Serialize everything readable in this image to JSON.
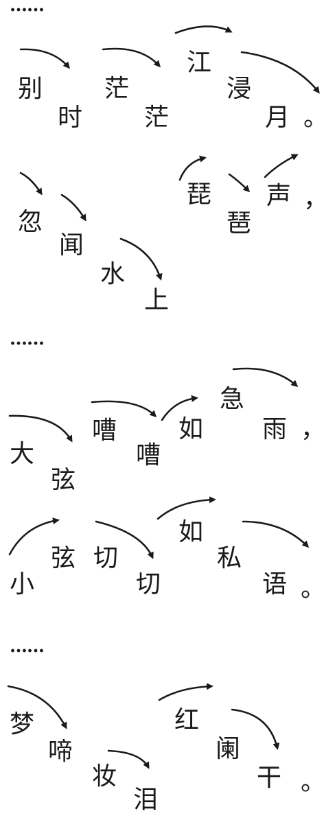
{
  "ellipsis_text": "……",
  "stanzas": [
    {
      "lines": [
        {
          "chars": [
            "别",
            "时",
            "茫",
            "茫",
            "江",
            "浸",
            "月",
            "。"
          ]
        },
        {
          "chars": [
            "忽",
            "闻",
            "水",
            "上",
            "琵",
            "琶",
            "声",
            "，"
          ]
        }
      ]
    },
    {
      "lines": [
        {
          "chars": [
            "大",
            "弦",
            "嘈",
            "嘈",
            "如",
            "急",
            "雨",
            "，"
          ]
        },
        {
          "chars": [
            "小",
            "弦",
            "切",
            "切",
            "如",
            "私",
            "语",
            "。"
          ]
        }
      ]
    },
    {
      "lines": [
        {
          "chars": [
            "梦",
            "啼",
            "妆",
            "泪",
            "红",
            "阑",
            "干",
            "。"
          ]
        }
      ]
    }
  ]
}
